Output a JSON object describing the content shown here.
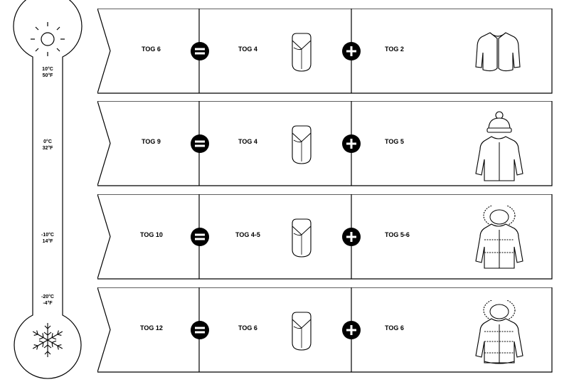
{
  "thermometer": {
    "top_icon": "sun-icon",
    "bottom_icon": "snowflake-icon",
    "levels": [
      {
        "celsius": "10°C",
        "fahrenheit": "50°F"
      },
      {
        "celsius": "0°C",
        "fahrenheit": "32°F"
      },
      {
        "celsius": "-10°C",
        "fahrenheit": "14°F"
      },
      {
        "celsius": "-20°C",
        "fahrenheit": "-4°F"
      }
    ]
  },
  "rows": [
    {
      "total": "TOG 6",
      "sleeping_bag": "TOG 4",
      "clothing": "TOG 2",
      "clothing_icon": "cardigan-icon"
    },
    {
      "total": "TOG 9",
      "sleeping_bag": "TOG 4",
      "clothing": "TOG 5",
      "clothing_icon": "jacket-with-hat-icon"
    },
    {
      "total": "TOG 10",
      "sleeping_bag": "TOG 4-5",
      "clothing": "TOG 5-6",
      "clothing_icon": "puffer-jacket-icon"
    },
    {
      "total": "TOG 12",
      "sleeping_bag": "TOG 6",
      "clothing": "TOG 6",
      "clothing_icon": "puffer-coat-icon"
    }
  ],
  "operators": {
    "equals_icon": "equals-icon",
    "plus_icon": "plus-icon"
  },
  "sleeping_bag_icon": "sleeping-bag-icon"
}
